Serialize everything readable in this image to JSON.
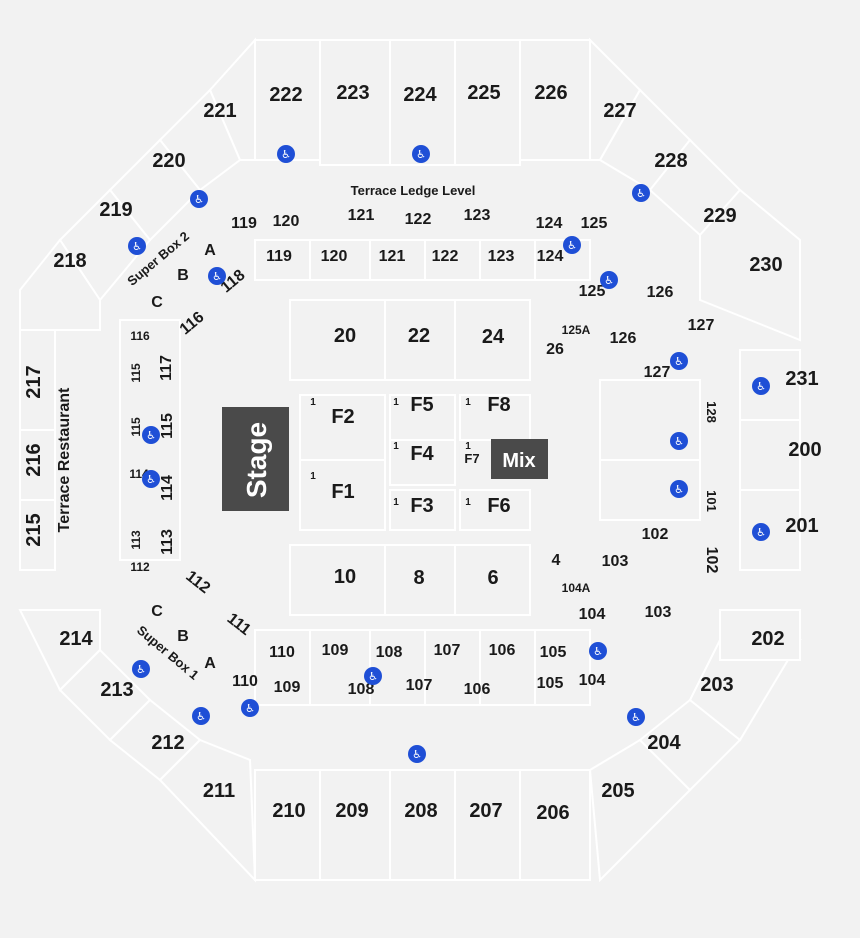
{
  "colors": {
    "background": "#f2f2f2",
    "section_stroke": "#ffffff",
    "stage": "#4a4a4a",
    "mix": "#4a4a4a",
    "accessible_icon": "#1f4fd6",
    "label": "#1a1a1a"
  },
  "stage_label": "Stage",
  "mix_label": "Mix",
  "terrace_ledge_label": "Terrace Ledge Level",
  "terrace_restaurant_label": "Terrace Restaurant",
  "super_box_1_label": "Super Box 1",
  "super_box_2_label": "Super Box 2",
  "upper_sections": [
    "221",
    "222",
    "223",
    "224",
    "225",
    "226",
    "227",
    "228",
    "229",
    "230",
    "231",
    "200",
    "201",
    "202",
    "203",
    "204",
    "205",
    "206",
    "207",
    "208",
    "209",
    "210",
    "211",
    "212",
    "213",
    "214",
    "215",
    "216",
    "217",
    "218",
    "219",
    "220"
  ],
  "lower_sections_top": [
    "119",
    "120",
    "121",
    "122",
    "123",
    "124",
    "125",
    "126",
    "127"
  ],
  "lower_sections_bottom": [
    "110",
    "109",
    "108",
    "107",
    "106",
    "105",
    "104",
    "103",
    "102"
  ],
  "lower_sections_side": [
    "128",
    "101",
    "111",
    "112",
    "113",
    "114",
    "115",
    "116",
    "117",
    "118"
  ],
  "sub_labels": [
    "125A",
    "104A"
  ],
  "row_labels": [
    "A",
    "B",
    "C"
  ],
  "floor_sections": [
    "20",
    "22",
    "24",
    "26",
    "4",
    "10",
    "8",
    "6",
    "F1",
    "F2",
    "F3",
    "F4",
    "F5",
    "F6",
    "F7",
    "F8"
  ],
  "floor_row_marker": "1",
  "accessible_icon": "wheelchair-icon"
}
